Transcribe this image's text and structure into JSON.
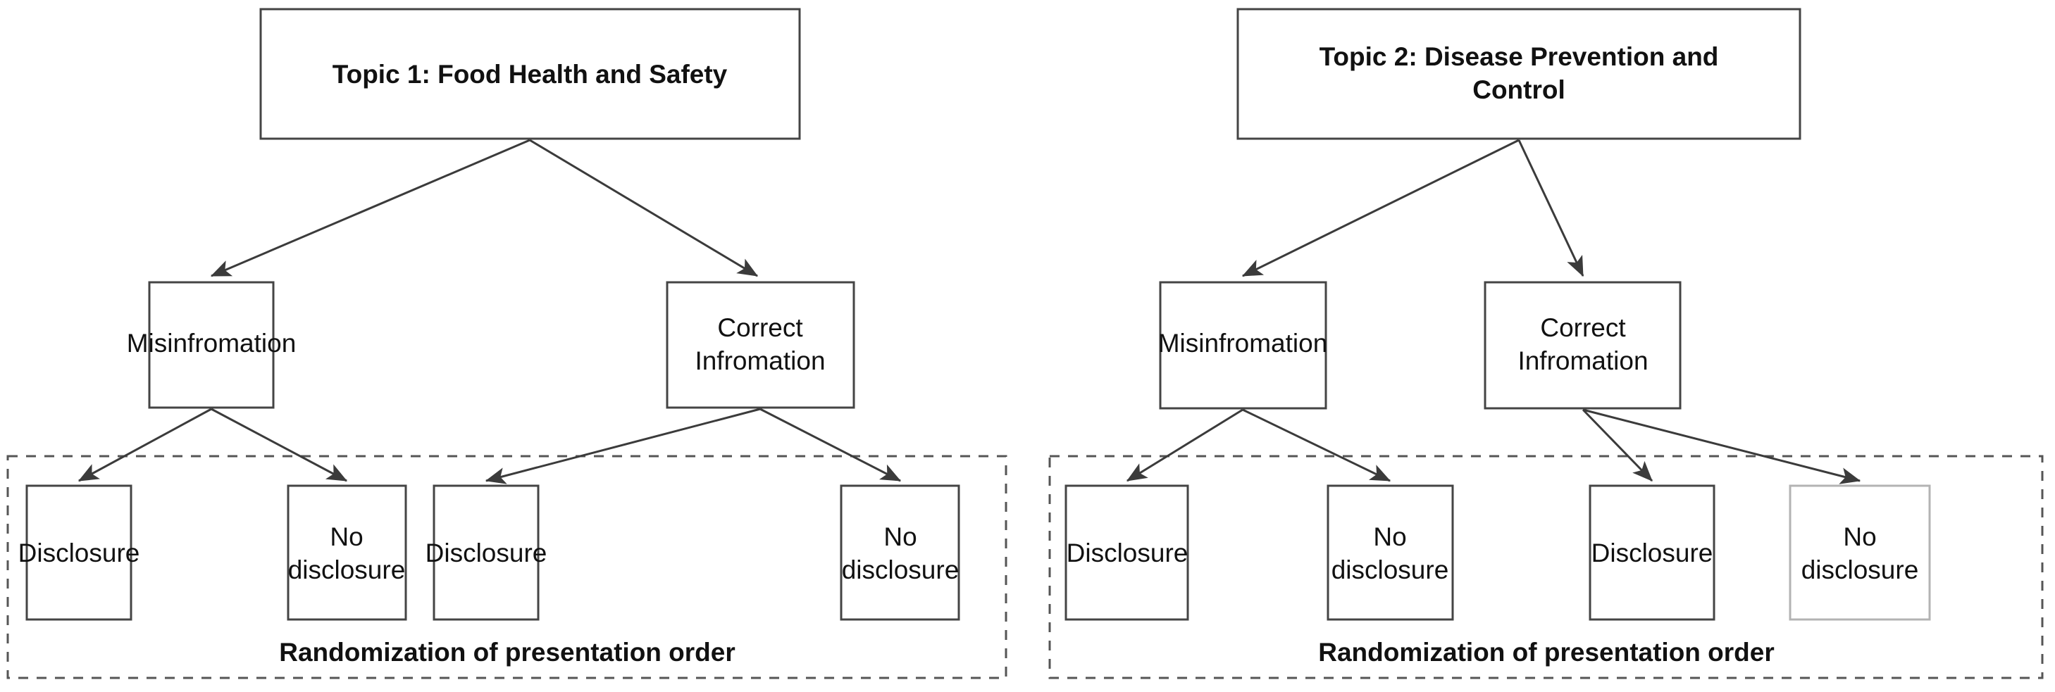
{
  "diagram": {
    "type": "tree-flowchart",
    "panels": [
      {
        "id": "panel-1",
        "root": {
          "label_lines": [
            "Topic 1: Food Health and Safety"
          ],
          "bold": true
        },
        "level2": [
          {
            "label_lines": [
              "Misinfromation"
            ]
          },
          {
            "label_lines": [
              "Correct",
              "Infromation"
            ]
          }
        ],
        "level3": [
          {
            "label_lines": [
              "Disclosure"
            ],
            "style": "normal"
          },
          {
            "label_lines": [
              "No",
              "disclosure"
            ],
            "style": "normal"
          },
          {
            "label_lines": [
              "Disclosure"
            ],
            "style": "normal"
          },
          {
            "label_lines": [
              "No",
              "disclosure"
            ],
            "style": "normal"
          }
        ],
        "group_label": "Randomization of presentation order"
      },
      {
        "id": "panel-2",
        "root": {
          "label_lines": [
            "Topic 2: Disease Prevention and",
            "Control"
          ],
          "bold": true
        },
        "level2": [
          {
            "label_lines": [
              "Misinfromation"
            ]
          },
          {
            "label_lines": [
              "Correct",
              "Infromation"
            ]
          }
        ],
        "level3": [
          {
            "label_lines": [
              "Disclosure"
            ],
            "style": "normal"
          },
          {
            "label_lines": [
              "No",
              "disclosure"
            ],
            "style": "normal"
          },
          {
            "label_lines": [
              "Disclosure"
            ],
            "style": "normal"
          },
          {
            "label_lines": [
              "No",
              "disclosure"
            ],
            "style": "faded"
          }
        ],
        "group_label": "Randomization of presentation order"
      }
    ],
    "colors": {
      "box_border": "#444444",
      "box_border_faded": "#b3b3b3",
      "group_border": "#555555",
      "edge": "#3b3b3b",
      "text": "#111111",
      "background": "#ffffff"
    }
  },
  "text": {
    "p1_root_l1": "Topic 1: Food Health and Safety",
    "p1_mid_l_l1": "Misinfromation",
    "p1_mid_r_l1": "Correct",
    "p1_mid_r_l2": "Infromation",
    "p1_leaf1_l1": "Disclosure",
    "p1_leaf2_l1": "No",
    "p1_leaf2_l2": "disclosure",
    "p1_leaf3_l1": "Disclosure",
    "p1_leaf4_l1": "No",
    "p1_leaf4_l2": "disclosure",
    "p1_group_label": "Randomization of presentation order",
    "p2_root_l1": "Topic 2: Disease Prevention and",
    "p2_root_l2": "Control",
    "p2_mid_l_l1": "Misinfromation",
    "p2_mid_r_l1": "Correct",
    "p2_mid_r_l2": "Infromation",
    "p2_leaf1_l1": "Disclosure",
    "p2_leaf2_l1": "No",
    "p2_leaf2_l2": "disclosure",
    "p2_leaf3_l1": "Disclosure",
    "p2_leaf4_l1": "No",
    "p2_leaf4_l2": "disclosure",
    "p2_group_label": "Randomization of presentation order"
  }
}
